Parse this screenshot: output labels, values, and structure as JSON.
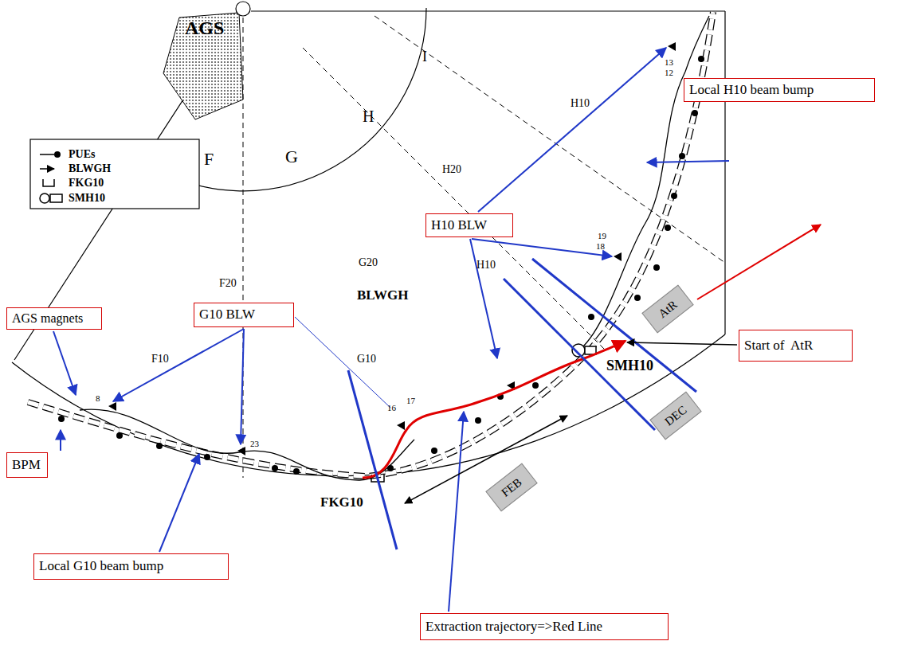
{
  "diagram": {
    "nodes": [
      {
        "text": [
          "Local H10 beam bump"
        ]
      },
      {
        "text": [
          "H10 BLW"
        ]
      },
      {
        "text": [
          "G10 BLW"
        ]
      },
      {
        "text": [
          "AGS magnets"
        ]
      },
      {
        "text": [
          "AtR"
        ]
      },
      {
        "text": [
          "Start of  AtR"
        ]
      },
      {
        "text": [
          "DEC"
        ]
      },
      {
        "text": [
          "BPM"
        ]
      },
      {
        "text": [
          "FEB"
        ]
      },
      {
        "text": [
          "Local G10 beam bump"
        ]
      },
      {
        "text": [
          "Extraction trajectory=>Red Line"
        ]
      }
    ],
    "labels": [
      "AGS",
      "I",
      "H",
      "G",
      "F",
      "H10",
      "13",
      "12",
      "H20",
      "19",
      "18",
      "F20",
      "G20",
      "BLWGH",
      "H10",
      "F10",
      "G10",
      "8",
      "16",
      "17",
      "23",
      "SMH10",
      "FKG10"
    ],
    "legend": [
      {
        "text": "PUEs"
      },
      {
        "text": "BLWGH"
      },
      {
        "text": "FKG10"
      },
      {
        "text": "SMH10"
      }
    ]
  }
}
